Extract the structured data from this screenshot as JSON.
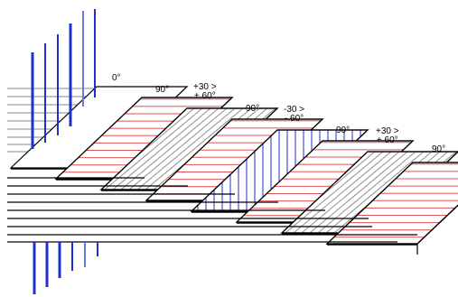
{
  "diagram": {
    "plies": [
      {
        "angle_text": "0°",
        "hatch": "none"
      },
      {
        "angle_text": "90°",
        "hatch": "red"
      },
      {
        "angle_text": "+30 >\n+ 60°",
        "hatch": "gray"
      },
      {
        "angle_text": "90°",
        "hatch": "red"
      },
      {
        "angle_text": "-30 >\n- 60°",
        "hatch": "blue"
      },
      {
        "angle_text": "90°",
        "hatch": "red"
      },
      {
        "angle_text": "+30 >\n+ 60°",
        "hatch": "gray"
      },
      {
        "angle_text": "90°",
        "hatch": "red"
      }
    ],
    "colors": {
      "outline": "#000000",
      "red_hatch": "#e05050",
      "gray_hatch": "#909090",
      "blue_hatch": "#2a2ac8",
      "blue_pin": "#1f2fd0",
      "blue_pin_light": "#6a78e8"
    }
  }
}
